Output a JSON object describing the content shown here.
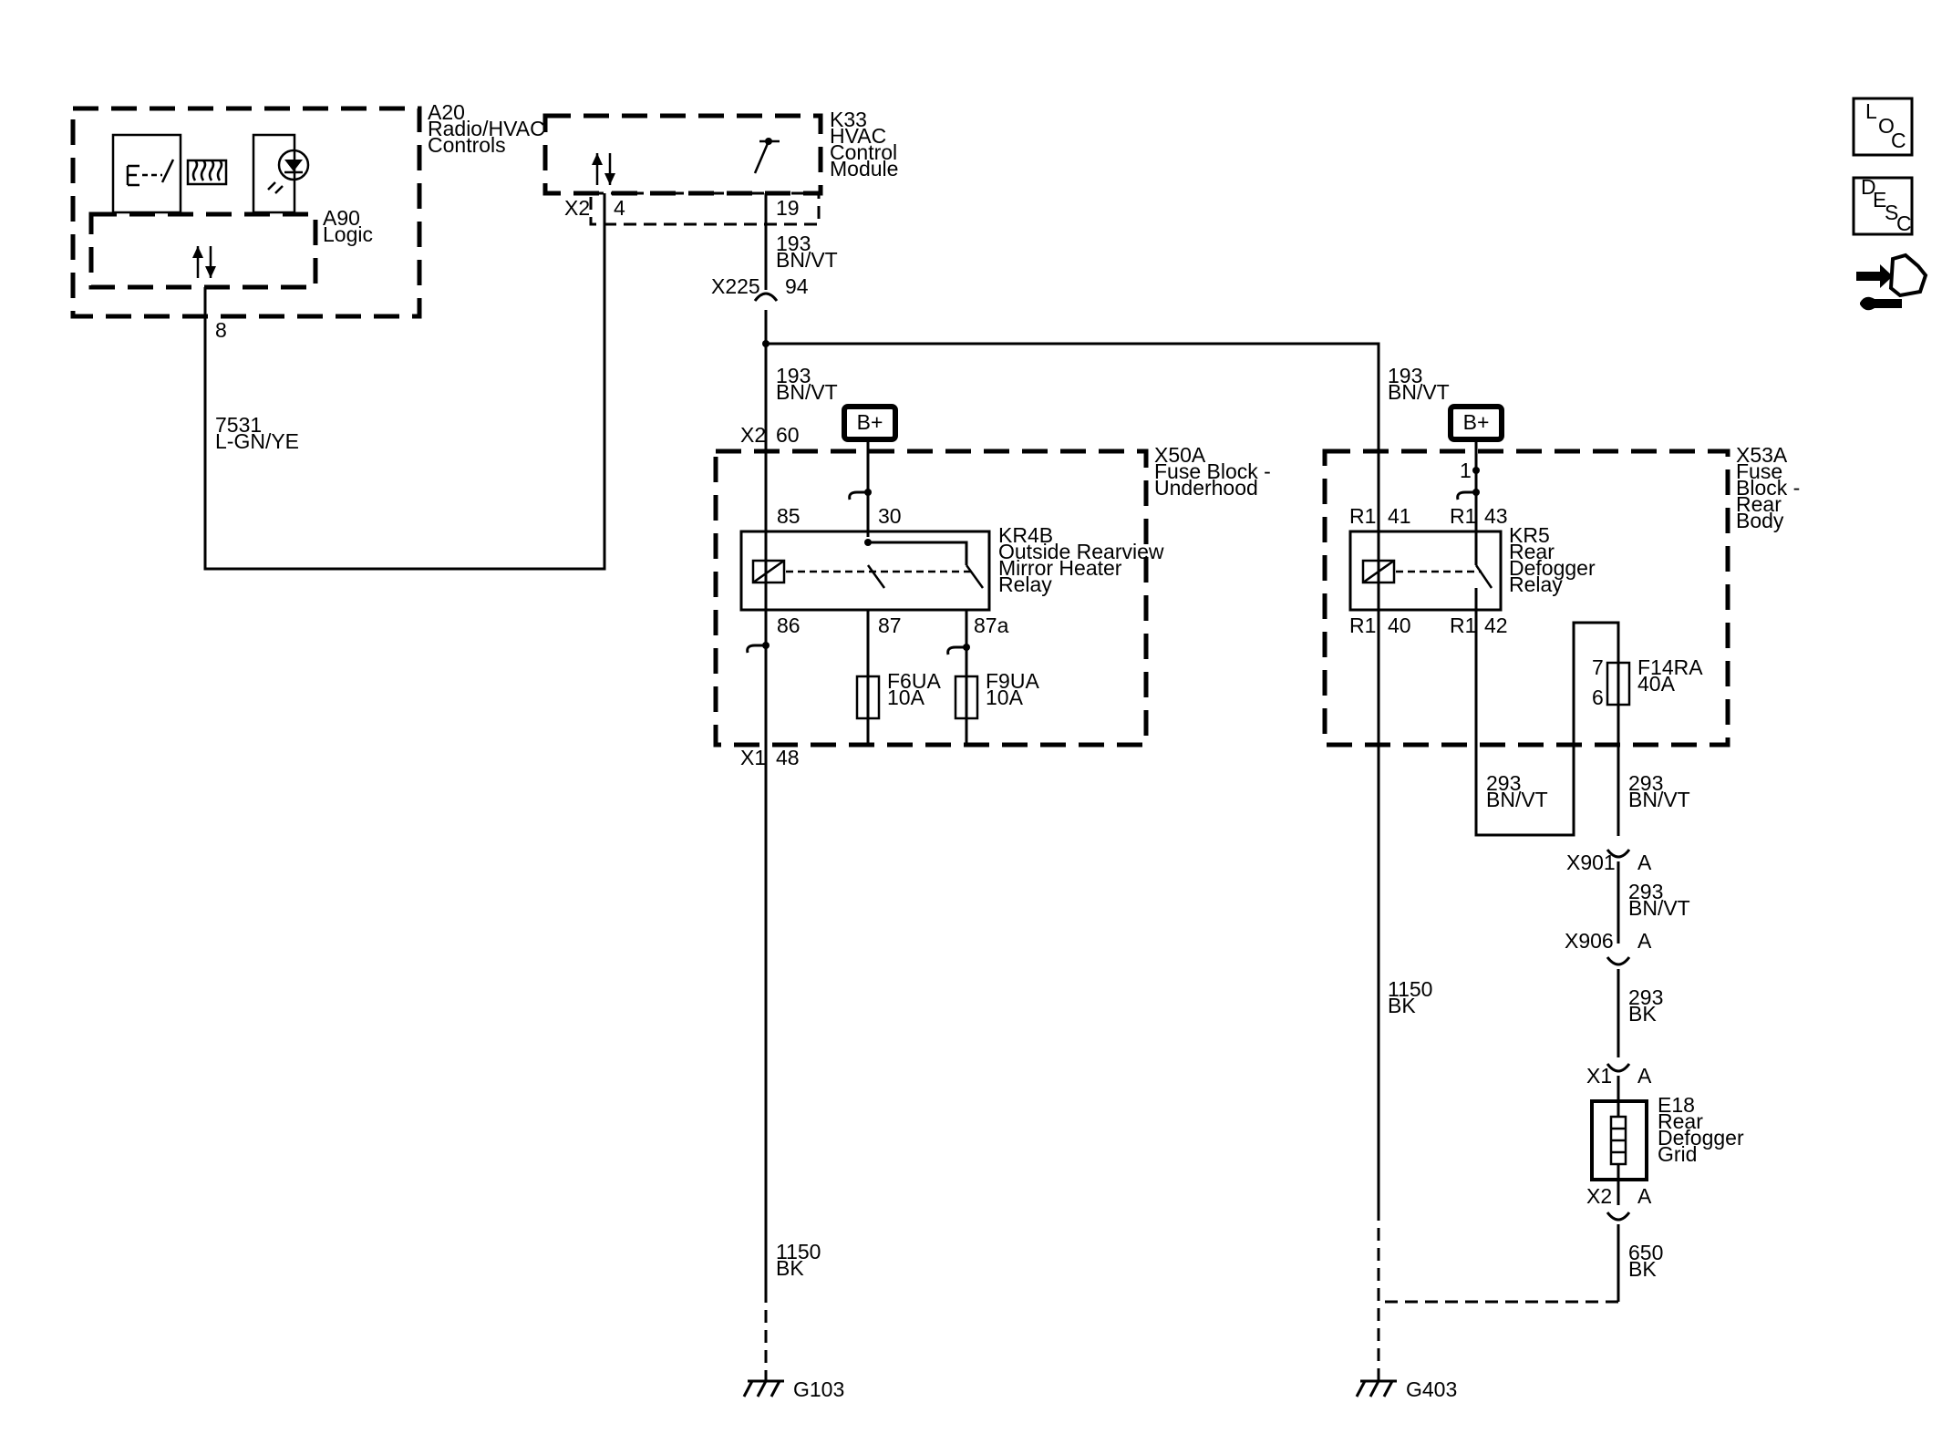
{
  "components": {
    "a20": {
      "id": "A20",
      "line1": "Radio/HVAC",
      "line2": "Controls"
    },
    "a90": {
      "id": "A90",
      "line1": "Logic"
    },
    "k33": {
      "id": "K33",
      "line1": "HVAC",
      "line2": "Control",
      "line3": "Module"
    },
    "x50a": {
      "id": "X50A",
      "line1": "Fuse Block -",
      "line2": "Underhood"
    },
    "x53a": {
      "id": "X53A",
      "line1": "Fuse",
      "line2": "Block -",
      "line3": "Rear",
      "line4": "Body"
    },
    "kr4b": {
      "id": "KR4B",
      "line1": "Outside Rearview",
      "line2": "Mirror Heater",
      "line3": "Relay"
    },
    "kr5": {
      "id": "KR5",
      "line1": "Rear",
      "line2": "Defogger",
      "line3": "Relay"
    },
    "f6ua": {
      "id": "F6UA",
      "rating": "10A"
    },
    "f9ua": {
      "id": "F9UA",
      "rating": "10A"
    },
    "f14ra": {
      "id": "F14RA",
      "rating": "40A"
    },
    "e18": {
      "id": "E18",
      "line1": "Rear",
      "line2": "Defogger",
      "line3": "Grid"
    }
  },
  "power": {
    "bplus": "B+"
  },
  "connectors": {
    "x2": "X2",
    "x225": "X225",
    "x1": "X1",
    "r1": "R1",
    "x901": "X901",
    "x906": "X906",
    "a": "A"
  },
  "pins": {
    "p8": "8",
    "p4": "4",
    "p19": "19",
    "p94": "94",
    "p60": "60",
    "p48": "48",
    "p85": "85",
    "p30": "30",
    "p86": "86",
    "p87": "87",
    "p87a": "87a",
    "p41": "41",
    "p43": "43",
    "p40": "40",
    "p42": "42",
    "p1": "1",
    "p7": "7",
    "p6": "6"
  },
  "wires": {
    "c7531": "7531",
    "lgnye": "L-GN/YE",
    "c193": "193",
    "bnvt": "BN/VT",
    "c1150": "1150",
    "bk": "BK",
    "c293": "293",
    "c650": "650"
  },
  "grounds": {
    "g103": "G103",
    "g403": "G403"
  },
  "nav": {
    "loc": {
      "l": "L",
      "o": "O",
      "c": "C"
    },
    "desc": {
      "d": "D",
      "e": "E",
      "s": "S",
      "c": "C"
    }
  }
}
